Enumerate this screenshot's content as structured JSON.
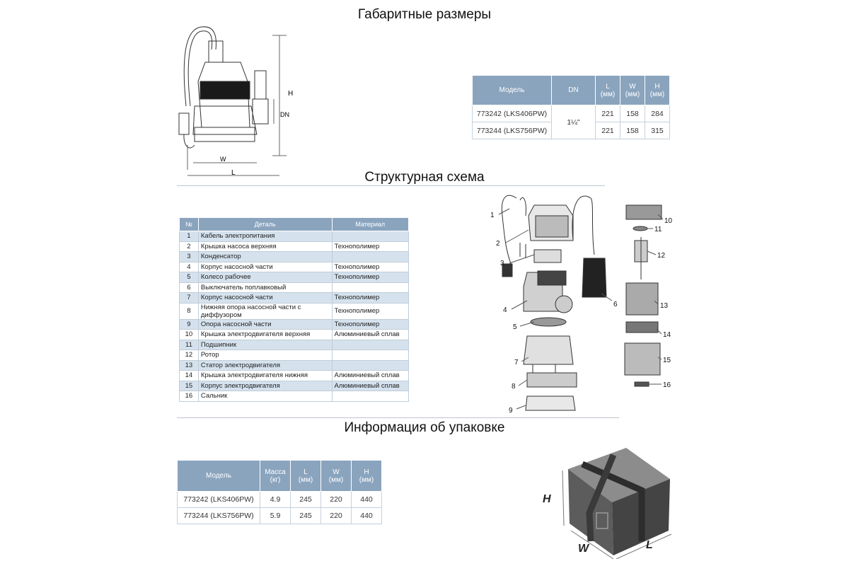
{
  "headings": {
    "dimensions": "Габаритные размеры",
    "structure": "Структурная схема",
    "packaging": "Информация об упаковке"
  },
  "dimensions_table": {
    "headers": [
      "Модель",
      "DN",
      "L\n(мм)",
      "W\n(мм)",
      "H\n(мм)"
    ],
    "dn": "1¼\"",
    "rows": [
      {
        "model": "773242 (LKS406PW)",
        "l": "221",
        "w": "158",
        "h": "284"
      },
      {
        "model": "773244 (LKS756PW)",
        "l": "221",
        "w": "158",
        "h": "315"
      }
    ]
  },
  "drawing_labels": {
    "h": "H",
    "dn": "DN",
    "w": "W",
    "l": "L"
  },
  "parts_table": {
    "headers": [
      "№",
      "Деталь",
      "Материал"
    ],
    "rows": [
      {
        "n": "1",
        "part": "Кабель электропитания",
        "material": ""
      },
      {
        "n": "2",
        "part": "Крышка насоса верхняя",
        "material": "Технополимер"
      },
      {
        "n": "3",
        "part": "Конденсатор",
        "material": ""
      },
      {
        "n": "4",
        "part": "Корпус насосной части",
        "material": "Технополимер"
      },
      {
        "n": "5",
        "part": "Колесо рабочее",
        "material": "Технополимер"
      },
      {
        "n": "6",
        "part": "Выключатель поплавковый",
        "material": ""
      },
      {
        "n": "7",
        "part": "Корпус насосной части",
        "material": "Технополимер"
      },
      {
        "n": "8",
        "part": "Нижняя опора насосной части с диффузором",
        "material": "Технополимер"
      },
      {
        "n": "9",
        "part": "Опора насосной части",
        "material": "Технополимер"
      },
      {
        "n": "10",
        "part": "Крышка электродвигателя верхняя",
        "material": "Алюминиевый сплав"
      },
      {
        "n": "11",
        "part": "Подшипник",
        "material": ""
      },
      {
        "n": "12",
        "part": "Ротор",
        "material": ""
      },
      {
        "n": "13",
        "part": "Статор электродвигателя",
        "material": ""
      },
      {
        "n": "14",
        "part": "Крышка электродвигателя нижняя",
        "material": "Алюминиевый сплав"
      },
      {
        "n": "15",
        "part": "Корпус электродвигателя",
        "material": "Алюминиевый сплав"
      },
      {
        "n": "16",
        "part": "Сальник",
        "material": ""
      }
    ]
  },
  "diagram_numbers": [
    "1",
    "2",
    "3",
    "4",
    "5",
    "6",
    "7",
    "8",
    "9",
    "10",
    "11",
    "12",
    "13",
    "14",
    "15",
    "16"
  ],
  "packaging_table": {
    "headers": [
      "Модель",
      "Масса\n(кг)",
      "L\n(мм)",
      "W\n(мм)",
      "H\n(мм)"
    ],
    "rows": [
      {
        "model": "773242 (LKS406PW)",
        "mass": "4.9",
        "l": "245",
        "w": "220",
        "h": "440"
      },
      {
        "model": "773244 (LKS756PW)",
        "mass": "5.9",
        "l": "245",
        "w": "220",
        "h": "440"
      }
    ]
  },
  "box_labels": {
    "h": "H",
    "w": "W",
    "l": "L"
  }
}
